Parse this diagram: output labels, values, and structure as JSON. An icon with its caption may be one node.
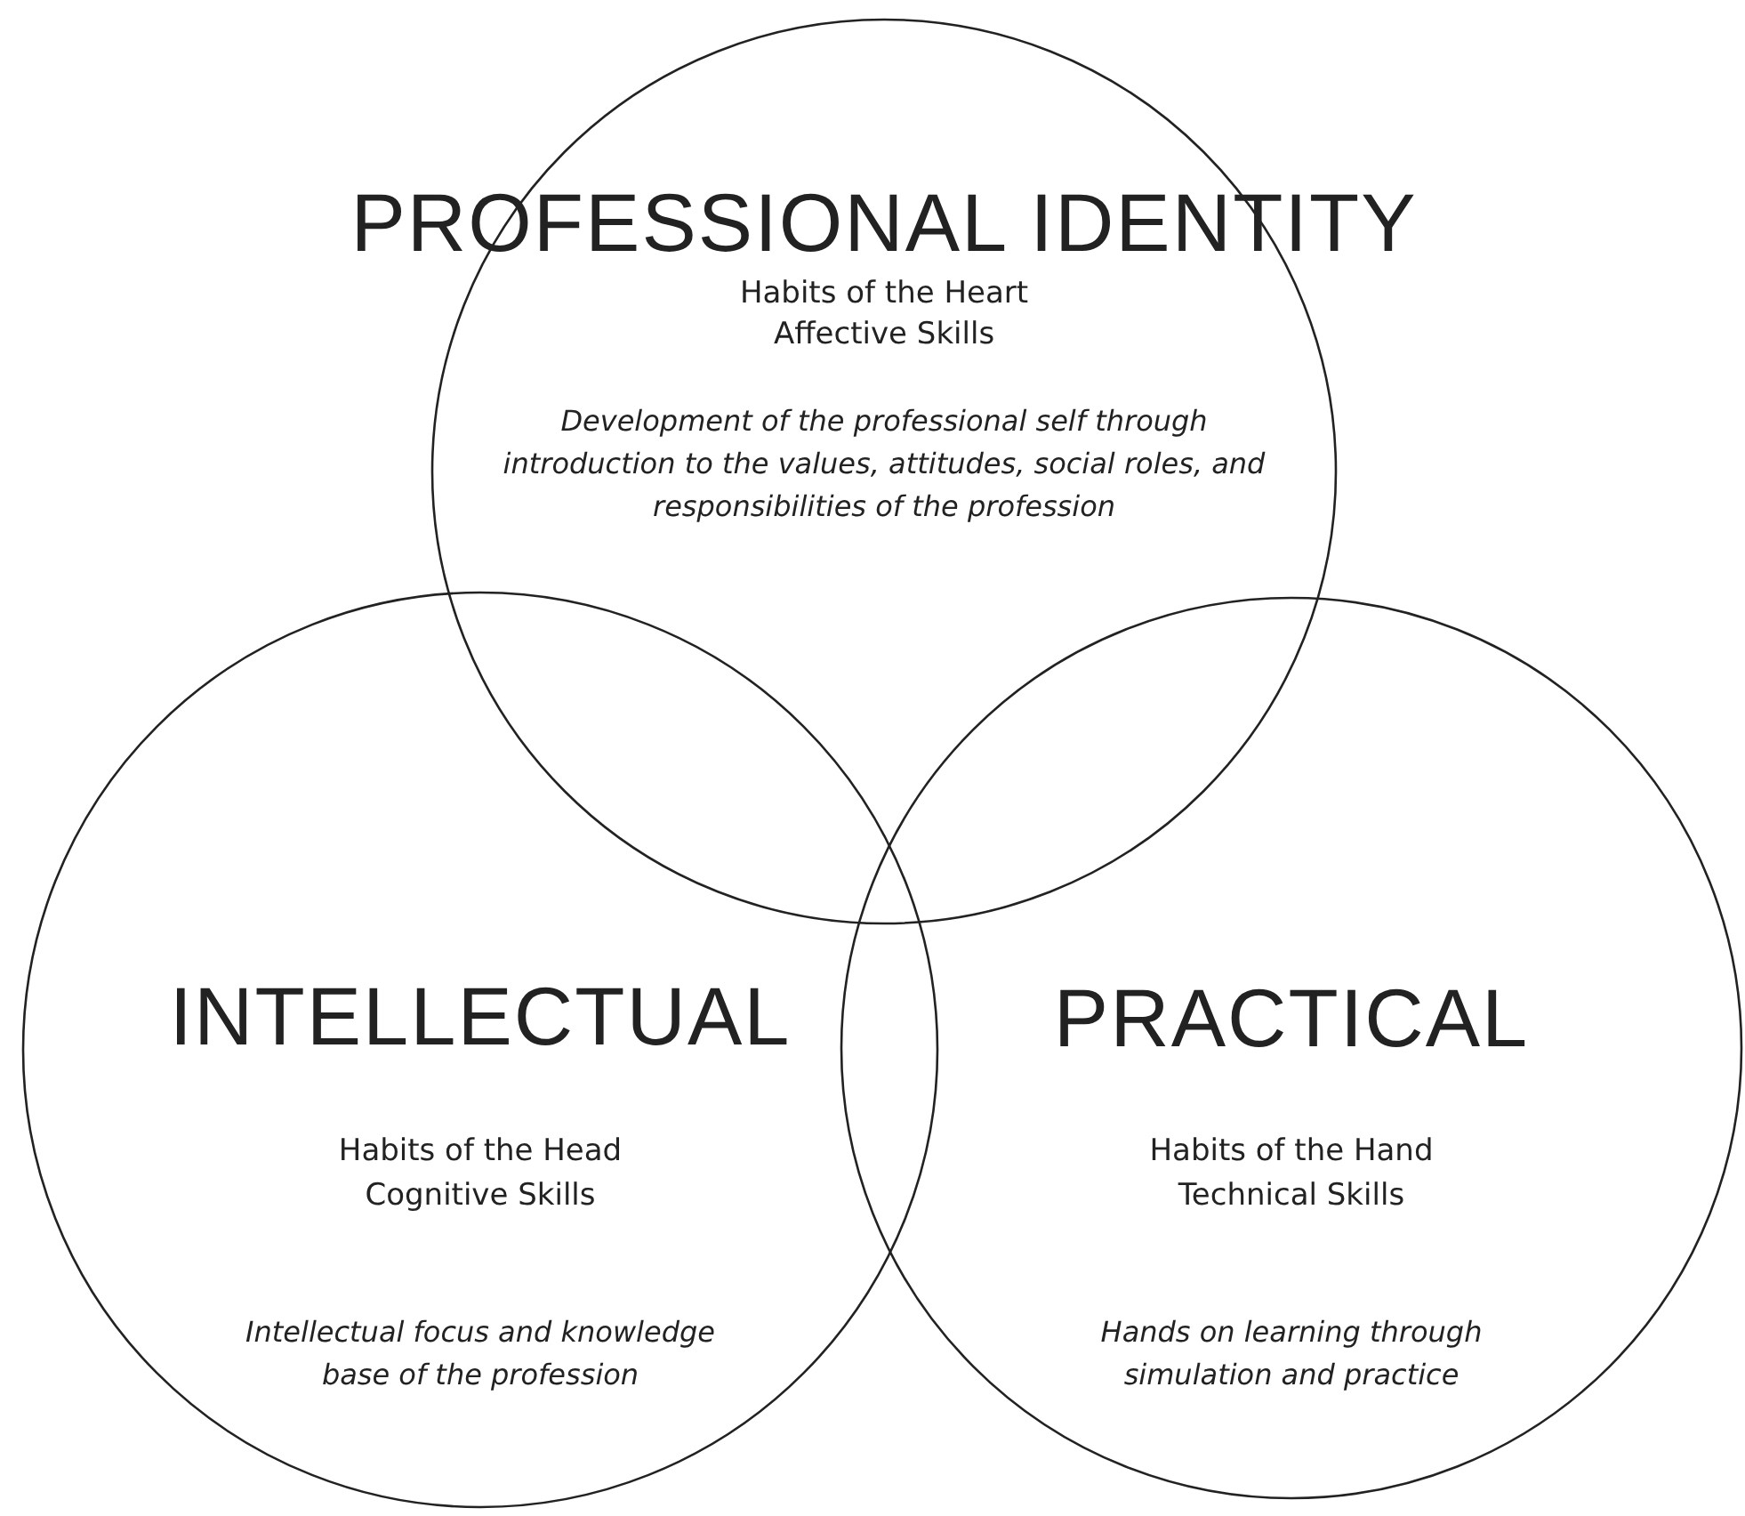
{
  "diagram": {
    "nodes": [
      {
        "text": [
          "PROFESSIONAL IDENTITY",
          "Habits of the Heart",
          "Affective Skills",
          "Development of the professional self through introduction to the values, attitudes, social roles, and responsibilities of the profession"
        ]
      },
      {
        "text": [
          "INTELLECTUAL",
          "Habits of the Head",
          "Cognitive Skills",
          "Intellectual focus and knowledge base of the profession"
        ]
      },
      {
        "text": [
          "PRACTICAL",
          "Habits of the Hand",
          "Technical Skills",
          "Hands on learning through simulation and practice"
        ]
      }
    ]
  }
}
